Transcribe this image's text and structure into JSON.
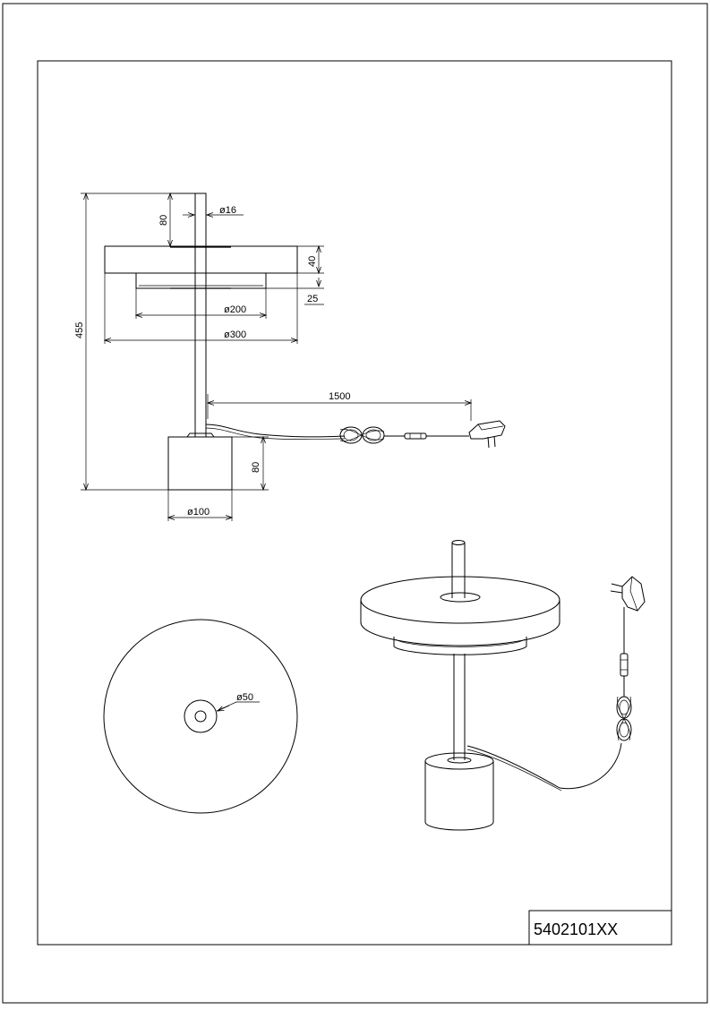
{
  "drawing": {
    "part_number": "5402101XX",
    "dimensions": {
      "top_rod_height": "80",
      "rod_diameter": "ø16",
      "shade_thickness": "40",
      "diffuser_thickness": "25",
      "diffuser_diameter": "ø200",
      "shade_diameter": "ø300",
      "total_height": "455",
      "cable_length": "1500",
      "base_height": "80",
      "base_diameter": "ø100",
      "hole_diameter": "ø50"
    }
  }
}
